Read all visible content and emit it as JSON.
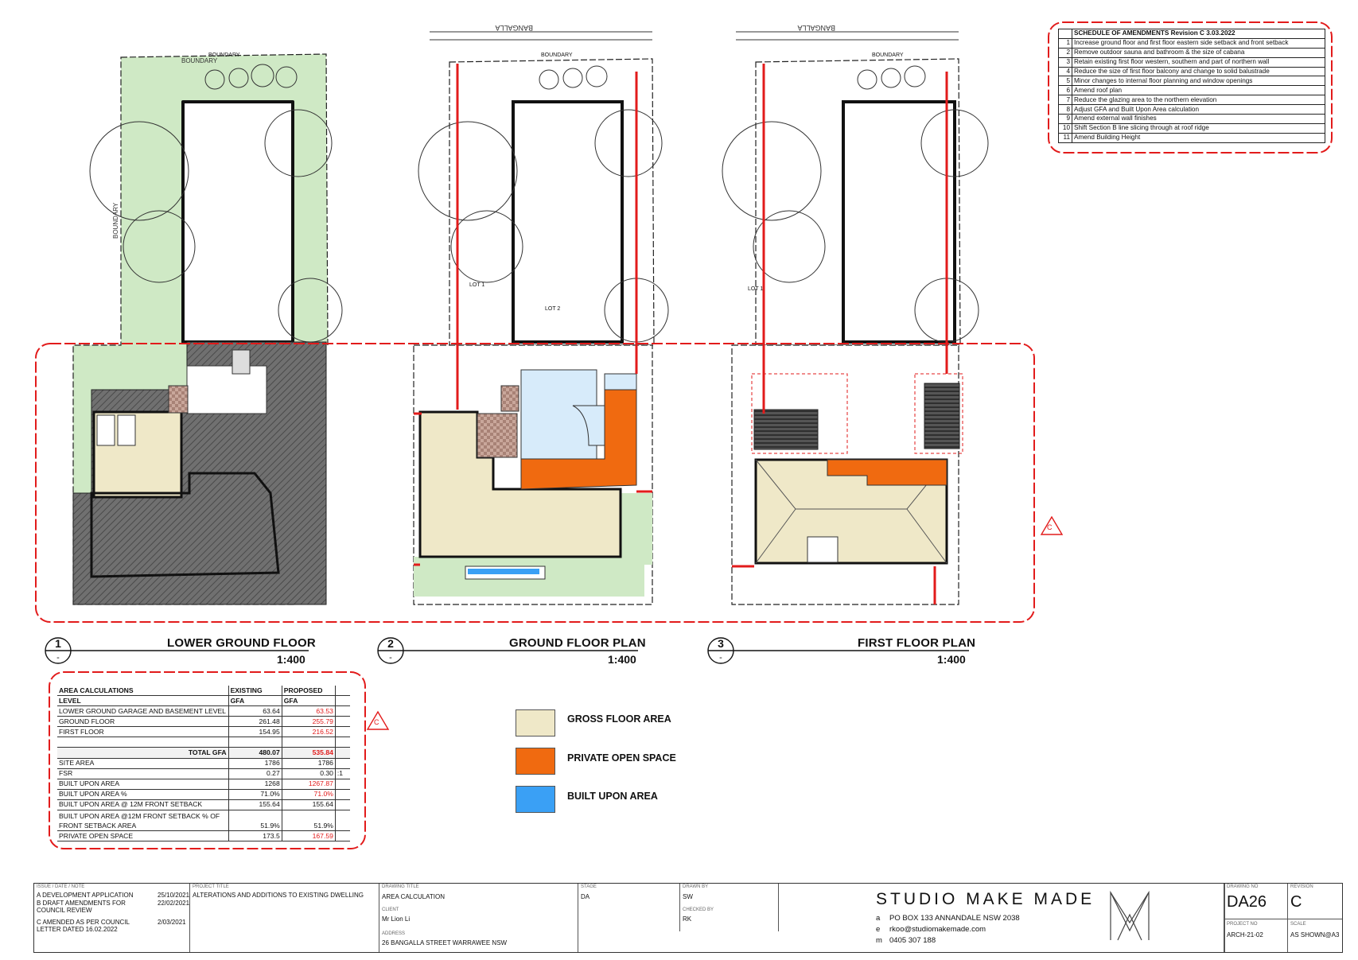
{
  "colors": {
    "gross_floor_area": "#efe8c8",
    "private_open_space": "#f06a10",
    "built_upon_area": "#3aa0f5",
    "landscape": "#cfe9c5",
    "existing_hatch": "#6e6e6e",
    "amendment_cloud": "#e21b1b"
  },
  "plans": [
    {
      "num": "1",
      "sub": "-",
      "title": "LOWER GROUND FLOOR",
      "scale": "1:400"
    },
    {
      "num": "2",
      "sub": "-",
      "title": "GROUND FLOOR PLAN",
      "scale": "1:400"
    },
    {
      "num": "3",
      "sub": "-",
      "title": "FIRST FLOOR PLAN",
      "scale": "1:400"
    }
  ],
  "plan_labels": {
    "street": "BANGALLA",
    "boundary": "BOUNDARY",
    "lot1": "LOT 1",
    "lot2": "LOT 2",
    "revision_tag": "C"
  },
  "amendments": {
    "title": "SCHEDULE OF AMENDMENTS Revision C 3.03.2022",
    "items": [
      {
        "n": "1",
        "text": "Increase ground floor and first floor eastern side setback and front setback"
      },
      {
        "n": "2",
        "text": "Remove outdoor sauna and bathroom & the size of cabana"
      },
      {
        "n": "3",
        "text": "Retain existing first floor western, southern and part of northern wall"
      },
      {
        "n": "4",
        "text": "Reduce the size of first floor balcony and change to solid balustrade"
      },
      {
        "n": "5",
        "text": "Minor changes to internal floor planning and window openings"
      },
      {
        "n": "6",
        "text": "Amend roof plan"
      },
      {
        "n": "7",
        "text": "Reduce the glazing area to the northern elevation"
      },
      {
        "n": "8",
        "text": "Adjust GFA and Built Upon Area calculation"
      },
      {
        "n": "9",
        "text": "Amend external wall finishes"
      },
      {
        "n": "10",
        "text": "Shift Section B line slicing through at roof ridge"
      },
      {
        "n": "11",
        "text": "Amend Building Height"
      }
    ]
  },
  "area_calc": {
    "header": {
      "label": "AREA CALCULATIONS",
      "existing": "EXISTING",
      "proposed": "PROPOSED"
    },
    "subheader": {
      "label": "LEVEL",
      "existing": "GFA",
      "proposed": "GFA"
    },
    "rows1": [
      {
        "label": "LOWER GROUND GARAGE AND BASEMENT LEVEL",
        "existing": "63.64",
        "proposed": "63.53"
      },
      {
        "label": "GROUND FLOOR",
        "existing": "261.48",
        "proposed": "255.79"
      },
      {
        "label": "FIRST FLOOR",
        "existing": "154.95",
        "proposed": "216.52"
      }
    ],
    "total": {
      "label": "TOTAL GFA",
      "existing": "480.07",
      "proposed": "535.84"
    },
    "rows2": [
      {
        "label": "SITE AREA",
        "existing": "1786",
        "proposed": "1786",
        "unit": ""
      },
      {
        "label": "FSR",
        "existing": "0.27",
        "proposed": "0.30",
        "unit": ":1"
      },
      {
        "label": "BUILT UPON AREA",
        "existing": "1268",
        "proposed": "1267.87",
        "unit": ""
      },
      {
        "label": "BUILT UPON AREA %",
        "existing": "71.0%",
        "proposed": "71.0%",
        "unit": ""
      },
      {
        "label": "BUILT UPON AREA @ 12M FRONT SETBACK",
        "existing": "155.64",
        "proposed": "155.64",
        "unit": ""
      }
    ],
    "two_line": {
      "line1": "BUILT UPON AREA @12M FRONT SETBACK % OF",
      "line2": "FRONT SETBACK AREA",
      "existing": "51.9%",
      "proposed": "51.9%"
    },
    "last": {
      "label": "PRIVATE OPEN SPACE",
      "existing": "173.5",
      "proposed": "167.59"
    }
  },
  "legend": [
    {
      "label": "GROSS FLOOR AREA",
      "color": "#efe8c8"
    },
    {
      "label": "PRIVATE OPEN SPACE",
      "color": "#f06a10"
    },
    {
      "label": "BUILT UPON AREA",
      "color": "#3aa0f5"
    }
  ],
  "title_block": {
    "issue_header": "ISSUE / DATE / NOTE",
    "issues": [
      {
        "text": "A DEVELOPMENT APPLICATION",
        "date": "25/10/2021"
      },
      {
        "text": "B DRAFT AMENDMENTS FOR COUNCIL REVIEW",
        "date": "22/02/2021"
      },
      {
        "text": "C AMENDED AS PER COUNCIL LETTER DATED 16.02.2022",
        "date": "2/03/2021"
      }
    ],
    "project_title_label": "PROJECT TITLE",
    "project_title": "ALTERATIONS AND ADDITIONS TO EXISTING DWELLING",
    "drawing_title_label": "DRAWING TITLE",
    "drawing_title": "AREA CALCULATION",
    "client_label": "CLIENT",
    "client": "Mr Lion Li",
    "address_label": "ADDRESS",
    "address": "26 BANGALLA STREET WARRAWEE NSW",
    "stage_label": "STAGE",
    "stage": "DA",
    "drawn_label": "DRAWN BY",
    "drawn": "SW",
    "checked_label": "CHECKED BY",
    "checked": "RK",
    "studio": "STUDIO MAKE MADE",
    "contact": [
      {
        "k": "a",
        "v": "PO BOX 133 ANNANDALE NSW 2038"
      },
      {
        "k": "e",
        "v": "rkoo@studiomakemade.com"
      },
      {
        "k": "m",
        "v": "0405 307 188"
      }
    ],
    "drawing_no_label": "DRAWING NO",
    "drawing_no": "DA26",
    "revision_label": "REVISION",
    "revision": "C",
    "project_no_label": "PROJECT NO",
    "project_no": "ARCH-21-02",
    "scale_label": "SCALE",
    "scale": "AS SHOWN@A3"
  }
}
